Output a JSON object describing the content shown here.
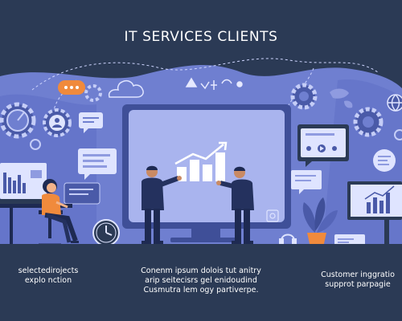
{
  "title": "IT SERVICES CLIENTS",
  "captions": {
    "left": [
      "selectedirojects",
      "explo nction"
    ],
    "center": [
      "Conenm ipsum dolois tut anitry",
      "arip seitecisrs gel enidoudind",
      "Cusmutra lem ogy partiverpe."
    ],
    "right": [
      "Customer inggratio",
      "supprot parpagie"
    ]
  },
  "colors": {
    "background": "#2b3a55",
    "illustration": "#6f7fd0",
    "illustration_dark": "#4a5aa8",
    "screen": "#a9b4ee",
    "accent": "#f08a3c",
    "person_dark": "#1e2a52"
  },
  "icons": [
    "gear-icon",
    "cloud-icon",
    "chat-bubble-icon",
    "user-icon",
    "clock-icon",
    "globe-icon",
    "bar-chart-icon",
    "plant-icon",
    "at-sign-icon"
  ]
}
